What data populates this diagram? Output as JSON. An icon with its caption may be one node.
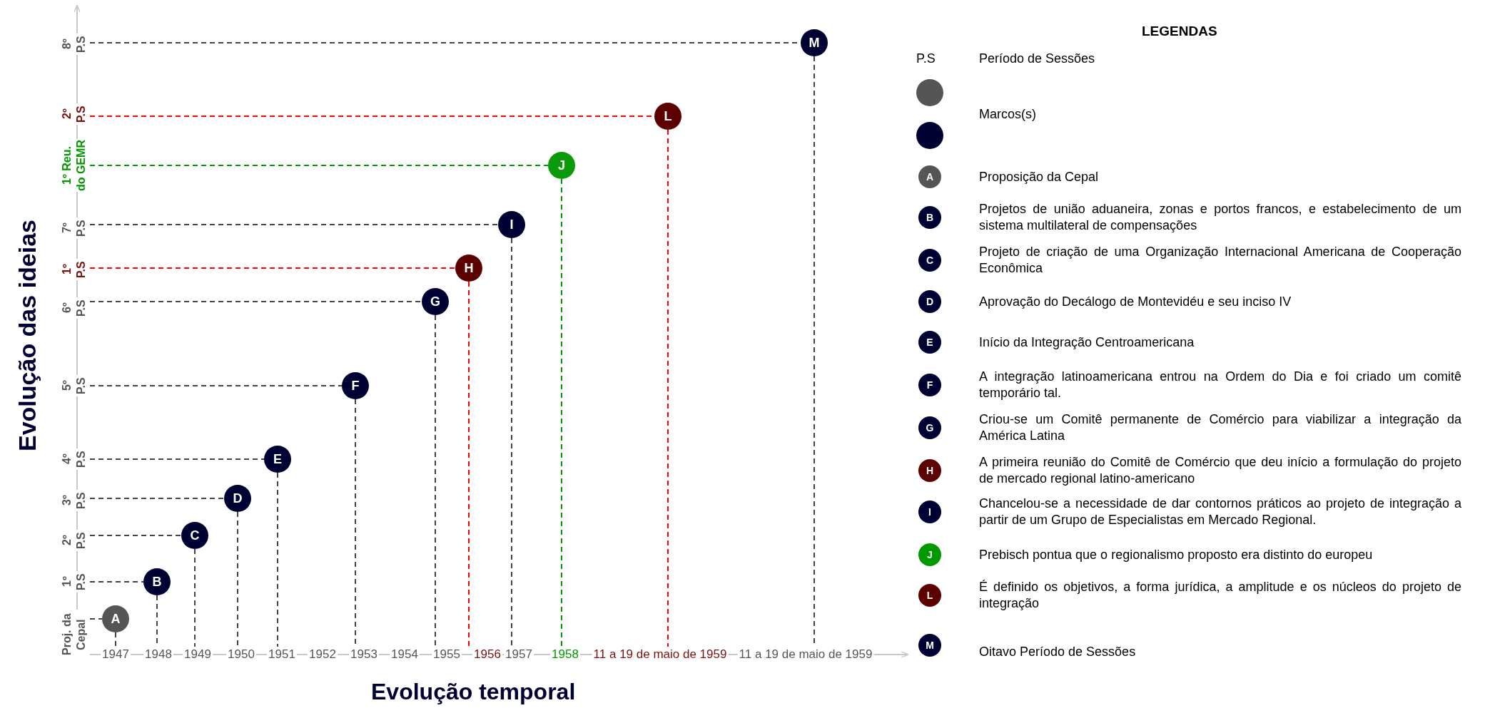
{
  "diagram": {
    "nodes": [
      {
        "text": [
          "8º P.S"
        ]
      },
      {
        "text": [
          "2º P.S"
        ]
      },
      {
        "text": [
          "1º Reu. do GEMR"
        ]
      },
      {
        "text": [
          "7º P.S"
        ]
      },
      {
        "text": [
          "1º P.S"
        ]
      },
      {
        "text": [
          "6º P.S"
        ]
      },
      {
        "text": [
          "5º P.S"
        ]
      },
      {
        "text": [
          "4º P.S"
        ]
      },
      {
        "text": [
          "3º P.S"
        ]
      },
      {
        "text": [
          "2º P.S"
        ]
      },
      {
        "text": [
          "1º P.S"
        ]
      },
      {
        "text": [
          "Proj. da Cepal"
        ]
      },
      {
        "text": [
          "A"
        ]
      },
      {
        "text": [
          "B"
        ]
      },
      {
        "text": [
          "C"
        ]
      },
      {
        "text": [
          "D"
        ]
      },
      {
        "text": [
          "E"
        ]
      },
      {
        "text": [
          "F"
        ]
      },
      {
        "text": [
          "G"
        ]
      },
      {
        "text": [
          "H"
        ]
      },
      {
        "text": [
          "I"
        ]
      },
      {
        "text": [
          "J"
        ]
      },
      {
        "text": [
          "L"
        ]
      },
      {
        "text": [
          "M"
        ]
      },
      {
        "text": [
          "1947"
        ]
      },
      {
        "text": [
          "1948"
        ]
      },
      {
        "text": [
          "1949"
        ]
      },
      {
        "text": [
          "1950"
        ]
      },
      {
        "text": [
          "1951"
        ]
      },
      {
        "text": [
          "1952"
        ]
      },
      {
        "text": [
          "1953"
        ]
      },
      {
        "text": [
          "1954"
        ]
      },
      {
        "text": [
          "1955"
        ]
      },
      {
        "text": [
          "1956"
        ]
      },
      {
        "text": [
          "1957"
        ]
      },
      {
        "text": [
          "1958"
        ]
      },
      {
        "text": [
          "11 a 19 de maio de 1959"
        ]
      },
      {
        "text": [
          "11 a 19 de maio de 1959"
        ]
      }
    ],
    "edges": [
      {
        "from": 11,
        "to": 12,
        "arrow": "none",
        "style": "dashed"
      },
      {
        "from": 12,
        "to": 24,
        "arrow": "none",
        "style": "dashed"
      },
      {
        "from": 10,
        "to": 13,
        "arrow": "none",
        "style": "dashed"
      },
      {
        "from": 13,
        "to": 25,
        "arrow": "none",
        "style": "dashed"
      },
      {
        "from": 9,
        "to": 14,
        "arrow": "none",
        "style": "dashed"
      },
      {
        "from": 14,
        "to": 26,
        "arrow": "none",
        "style": "dashed"
      },
      {
        "from": 8,
        "to": 15,
        "arrow": "none",
        "style": "dashed"
      },
      {
        "from": 15,
        "to": 27,
        "arrow": "none",
        "style": "dashed"
      },
      {
        "from": 7,
        "to": 16,
        "arrow": "none",
        "style": "dashed"
      },
      {
        "from": 16,
        "to": 28,
        "arrow": "none",
        "style": "dashed"
      },
      {
        "from": 6,
        "to": 17,
        "arrow": "none",
        "style": "dashed"
      },
      {
        "from": 17,
        "to": 30,
        "arrow": "none",
        "style": "dashed"
      },
      {
        "from": 5,
        "to": 18,
        "arrow": "none",
        "style": "dashed"
      },
      {
        "from": 18,
        "to": 32,
        "arrow": "none",
        "style": "dashed"
      },
      {
        "from": 4,
        "to": 19,
        "arrow": "none",
        "style": "dashed",
        "color": "#ff0000"
      },
      {
        "from": 19,
        "to": 33,
        "arrow": "none",
        "style": "dashed",
        "color": "#ff0000"
      },
      {
        "from": 3,
        "to": 20,
        "arrow": "none",
        "style": "dashed"
      },
      {
        "from": 20,
        "to": 34,
        "arrow": "none",
        "style": "dashed"
      },
      {
        "from": 2,
        "to": 21,
        "arrow": "none",
        "style": "dashed",
        "color": "#009900"
      },
      {
        "from": 21,
        "to": 35,
        "arrow": "none",
        "style": "dashed",
        "color": "#009900"
      },
      {
        "from": 1,
        "to": 22,
        "arrow": "none",
        "style": "dashed",
        "color": "#ff0000"
      },
      {
        "from": 22,
        "to": 36,
        "arrow": "none",
        "style": "dashed",
        "color": "#ff0000"
      },
      {
        "from": 0,
        "to": 23,
        "arrow": "none",
        "style": "dashed"
      },
      {
        "from": 23,
        "to": 37,
        "arrow": "none",
        "style": "dashed"
      }
    ],
    "labels": [
      "Evolução das ideias",
      "Evolução temporal",
      "LEGENDAS",
      "P.S",
      "A",
      "B",
      "C",
      "D",
      "E",
      "F",
      "G",
      "H",
      "I",
      "J",
      "L",
      "M"
    ],
    "legend": [
      {
        "text": "Período de Sessões"
      },
      {
        "text": "Marcos(s)"
      },
      {
        "text": "Proposição da Cepal",
        "color": "#555555"
      },
      {
        "text": "Projetos  de união aduaneira, zonas e portos francos, e estabelecimento de um sistema multilateral de compensações",
        "color": "#000033"
      },
      {
        "text": "Projeto de criação de uma Organização Internacional Americana de Cooperação Econômica",
        "color": "#000033"
      },
      {
        "text": "Aprovação do Decálogo de Montevidéu e seu inciso IV",
        "color": "#000033"
      },
      {
        "text": "Início da Integração Centroamericana",
        "color": "#000033"
      },
      {
        "text": "A integração latinoamericana entrou na Ordem do Dia e foi criado um comitê temporário tal.",
        "color": "#000033"
      },
      {
        "text": "Criou-se um Comitê permanente de Comércio para viabilizar a integração da América Latina",
        "color": "#000033"
      },
      {
        "text": "A primeira reunião do Comitê de Comércio que deu início a formulação do projeto de mercado regional latino-americano",
        "color": "#5c0000"
      },
      {
        "text": "Chancelou-se a necessidade de dar contornos práticos ao projeto de integração a partir de um Grupo de Especialistas em Mercado Regional.",
        "color": "#000033"
      },
      {
        "text": "Prebisch pontua que o regionalismo proposto era distinto do europeu",
        "color": "#009900"
      },
      {
        "text": "É definido  os objetivos, a forma jurídica, a amplitude e os núcleos do projeto de integração",
        "color": "#5c0000"
      },
      {
        "text": "Oitavo Período de Sessões",
        "color": "#000033"
      }
    ]
  }
}
